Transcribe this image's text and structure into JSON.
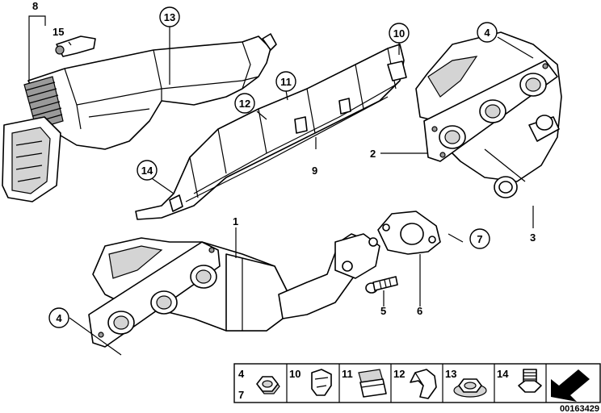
{
  "callouts": {
    "c1": "1",
    "c2": "2",
    "c3": "3",
    "c4a": "4",
    "c4b": "4",
    "c5": "5",
    "c6": "6",
    "c7": "7",
    "c8": "8",
    "c9": "9",
    "c10": "10",
    "c11": "11",
    "c12": "12",
    "c13": "13",
    "c14": "14",
    "c15": "15"
  },
  "parts_table": {
    "cells": [
      {
        "labels": [
          "4",
          "7"
        ],
        "icon": "hex-nut-icon"
      },
      {
        "labels": [
          "10"
        ],
        "icon": "spring-clip-icon"
      },
      {
        "labels": [
          "11"
        ],
        "icon": "clip-nut-icon"
      },
      {
        "labels": [
          "12"
        ],
        "icon": "cable-clip-icon"
      },
      {
        "labels": [
          "13"
        ],
        "icon": "flange-nut-icon"
      },
      {
        "labels": [
          "14"
        ],
        "icon": "bolt-icon"
      },
      {
        "labels": [],
        "icon": "arrow-icon"
      }
    ]
  },
  "diagram_id": "00163429"
}
